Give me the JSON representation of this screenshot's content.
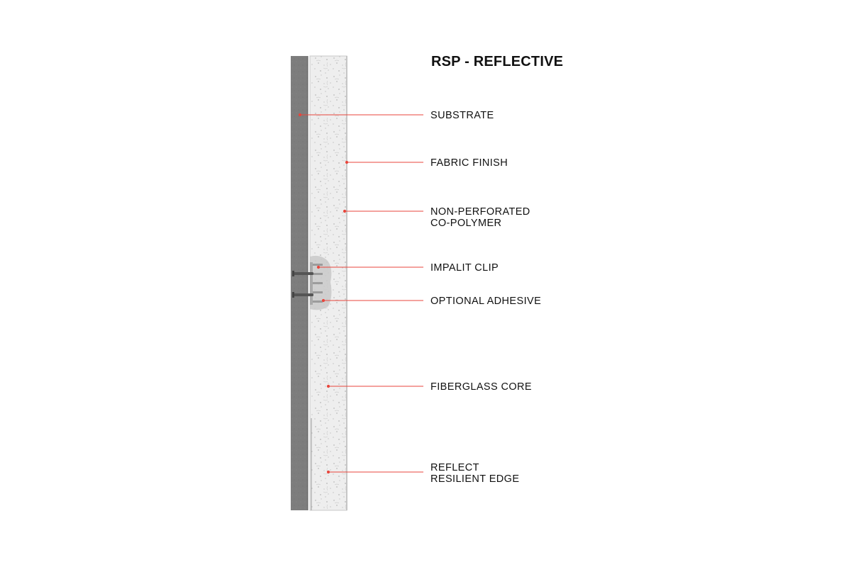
{
  "title": "RSP - REFLECTIVE",
  "colors": {
    "leader": "#e8463c",
    "substrate": "#7d7d7d",
    "panel": "#ededed",
    "text": "#111111"
  },
  "labels": {
    "substrate": [
      "SUBSTRATE"
    ],
    "fabric_finish": [
      "FABRIC FINISH"
    ],
    "co_polymer": [
      "NON-PERFORATED",
      "CO-POLYMER"
    ],
    "impalit_clip": [
      "IMPALIT CLIP"
    ],
    "optional_adhesive": [
      "OPTIONAL ADHESIVE"
    ],
    "fiberglass_core": [
      "FIBERGLASS CORE"
    ],
    "reflect_edge": [
      "REFLECT",
      "RESILIENT EDGE"
    ]
  }
}
